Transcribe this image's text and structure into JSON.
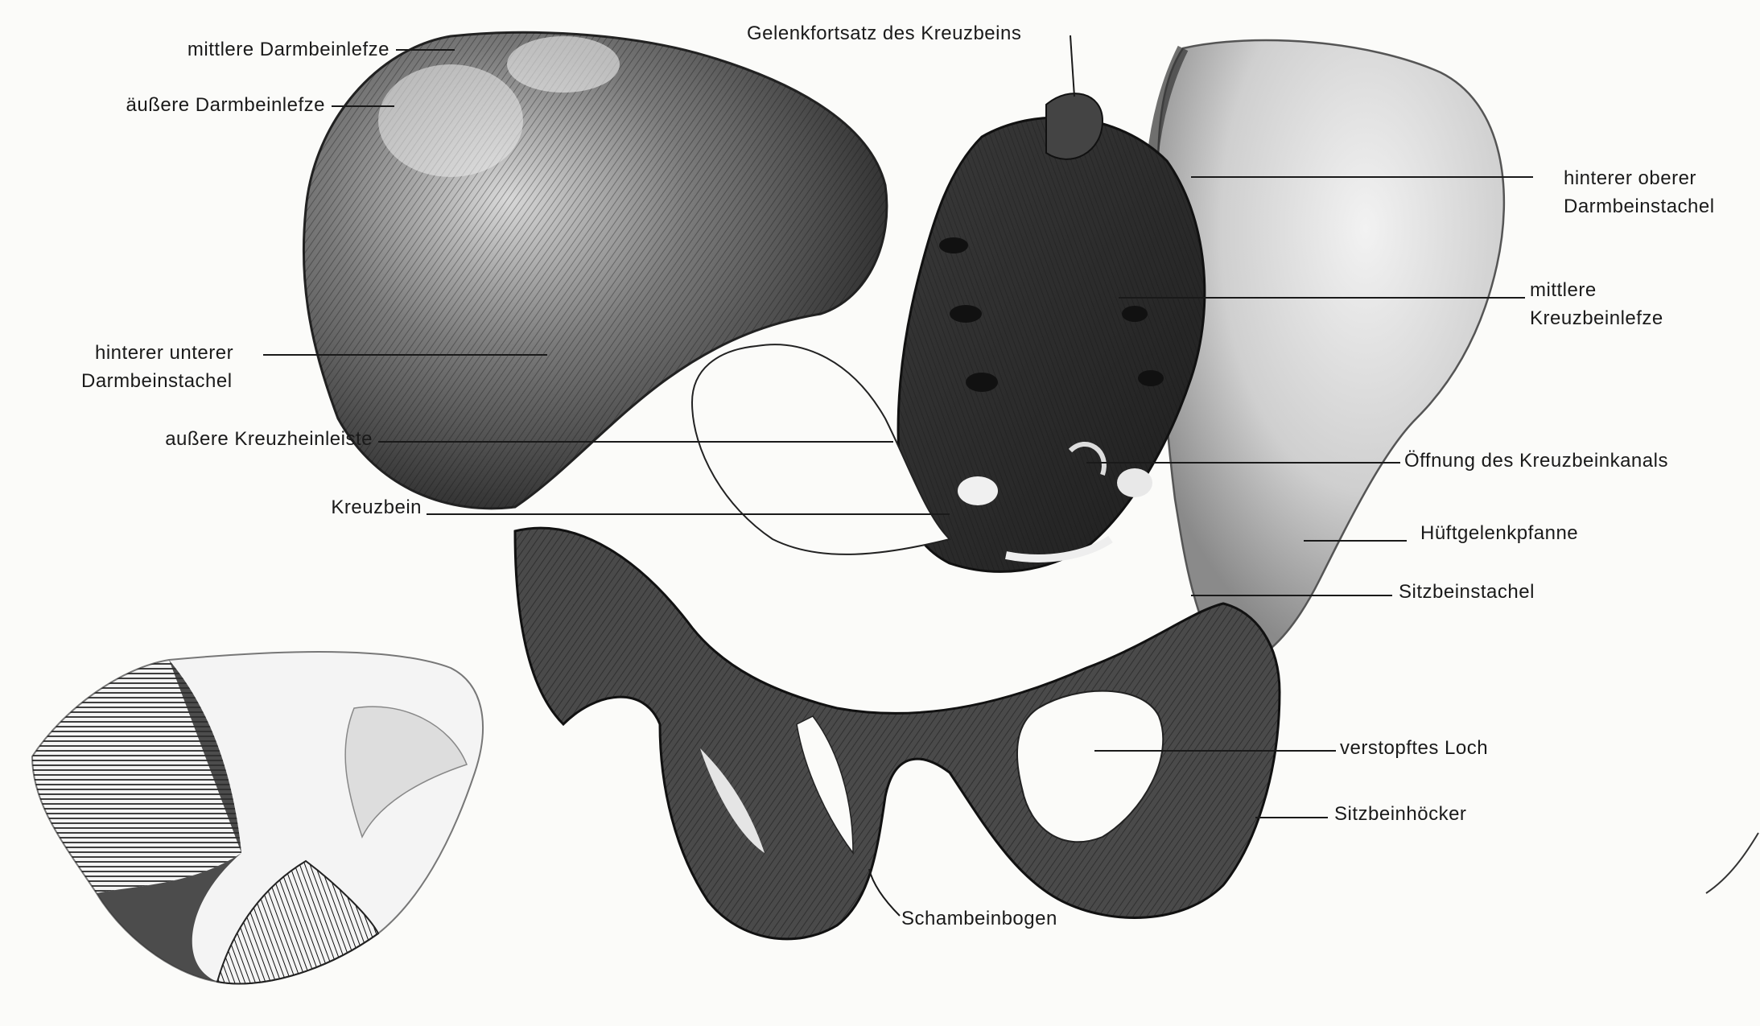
{
  "labels": {
    "mittlere_darmbeinlefze": "mittlere Darmbeinlefze",
    "aeussere_darmbeinlefze": "äußere Darmbeinlefze",
    "hinterer_unterer_1": "hinterer unterer",
    "hinterer_unterer_2": "Darmbeinstachel",
    "aeussere_kreuzbeinleiste": "außere Kreuzheinleiste",
    "kreuzbein": "Kreuzbein",
    "gelenkfortsatz": "Gelenkfortsatz des Kreuzbeins",
    "hinterer_oberer_1": "hinterer oberer",
    "hinterer_oberer_2": "Darmbeinstachel",
    "mittlere_kreuzbeinlefze_1": "mittlere",
    "mittlere_kreuzbeinlefze_2": "Kreuzbeinlefze",
    "oeffnung": "Öffnung des Kreuzbeinkanals",
    "hueftgelenkpfanne": "Hüftgelenkpfanne",
    "sitzbeinstachel": "Sitzbeinstachel",
    "verstopftes_loch": "verstopftes Loch",
    "sitzbeinhoecker": "Sitzbeinhöcker",
    "schambeinbogen": "Schambeinbogen"
  },
  "colors": {
    "ink": "#1a1a1a",
    "bone_dark": "#2e2e2e",
    "bone_mid": "#6e6e6e",
    "bone_light": "#bdbdbd",
    "paper": "#fbfbf9"
  }
}
